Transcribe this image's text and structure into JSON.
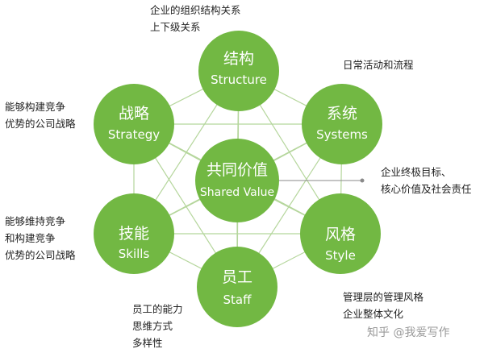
{
  "nodes": {
    "structure": {
      "cn": "结构",
      "en": "Structure"
    },
    "systems": {
      "cn": "系统",
      "en": "Systems"
    },
    "style": {
      "cn": "风格",
      "en": "Style"
    },
    "staff": {
      "cn": "员工",
      "en": "Staff"
    },
    "skills": {
      "cn": "技能",
      "en": "Skills"
    },
    "strategy": {
      "cn": "战略",
      "en": "Strategy"
    },
    "shared_value": {
      "cn": "共同价值",
      "en": "Shared Value"
    }
  },
  "notes": {
    "structure": [
      "企业的组织结构关系",
      "上下级关系"
    ],
    "systems": [
      "日常活动和流程"
    ],
    "shared_value": [
      "企业终极目标、",
      "核心价值及社会责任"
    ],
    "style": [
      "管理层的管理风格",
      "企业整体文化"
    ],
    "staff": [
      "员工的能力",
      "思维方式",
      "多样性"
    ],
    "skills": [
      "能够维持竞争",
      "和构建竞争",
      "优势的公司战略"
    ],
    "strategy": [
      "能够构建竞争",
      "优势的公司战略"
    ]
  },
  "watermark": "知乎 @我爱写作",
  "colors": {
    "node_fill": "#72b843",
    "line": "#b5d69c",
    "text": "#222222"
  }
}
